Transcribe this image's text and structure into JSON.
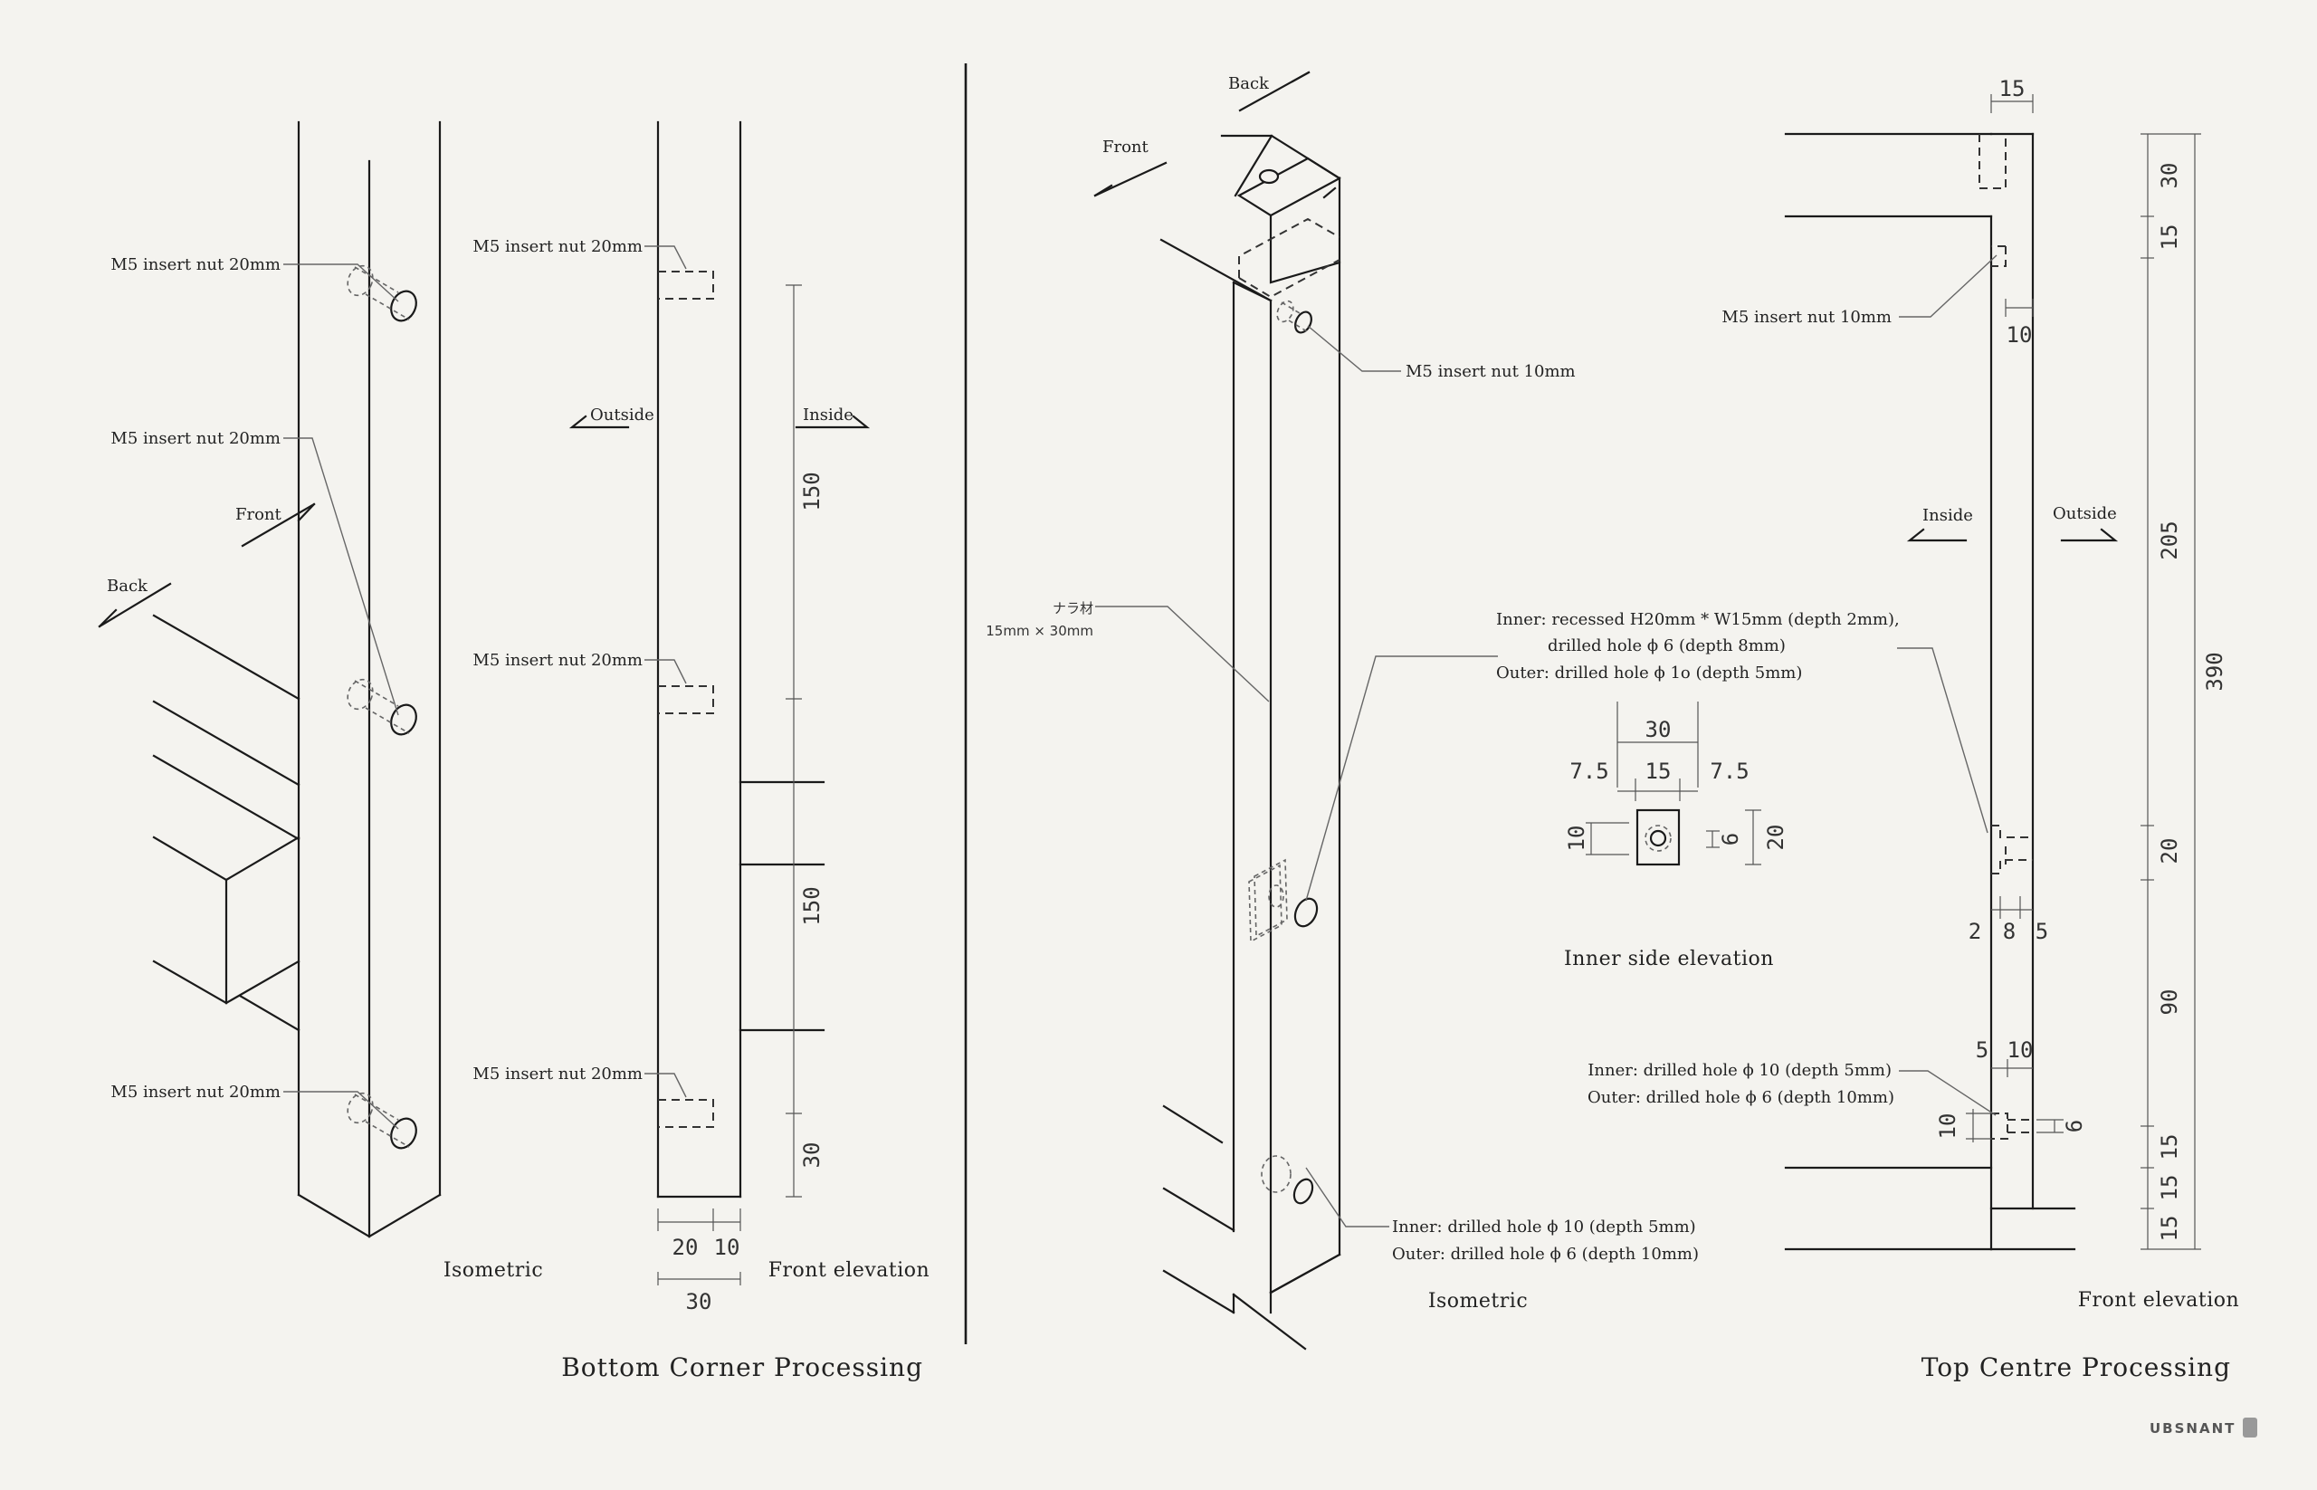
{
  "bottom": {
    "title": "Bottom Corner Processing",
    "iso": {
      "label": "Isometric",
      "nut1": "M5 insert nut 20mm",
      "nut2": "M5 insert nut 20mm",
      "nut3": "M5 insert nut 20mm",
      "front": "Front",
      "back": "Back"
    },
    "elev": {
      "label": "Front elevation",
      "nut1": "M5 insert nut 20mm",
      "nut2": "M5 insert nut 20mm",
      "nut3": "M5 insert nut 20mm",
      "outside": "Outside",
      "inside": "Inside",
      "dims": {
        "d150a": "150",
        "d150b": "150",
        "d30": "30",
        "d20": "20",
        "d10": "10",
        "dw30": "30"
      }
    }
  },
  "top": {
    "title": "Top Centre Processing",
    "iso": {
      "label": "Isometric",
      "back": "Back",
      "front": "Front",
      "nut": "M5 insert nut 10mm",
      "material_line1": "ナラ材",
      "material_line2": "15mm × 30mm",
      "inner_line1": "Inner: recessed H20mm * W15mm (depth 2mm),",
      "inner_line2": "drilled hole  ϕ 6 (depth 8mm)",
      "outer_line": "Outer: drilled hole  ϕ 1o (depth 5mm)",
      "bottom_line1": "Inner: drilled hole  ϕ 10 (depth 5mm)",
      "bottom_line2": "Outer: drilled hole  ϕ 6 (depth 10mm)"
    },
    "inner_elev": {
      "label": "Inner side elevation",
      "dims": {
        "w30": "30",
        "l75": "7.5",
        "c15": "15",
        "r75": "7.5",
        "h10": "10",
        "d6": "6",
        "h20": "20"
      }
    },
    "elev": {
      "label": "Front elevation",
      "nut": "M5 insert nut 10mm",
      "inside": "Inside",
      "outside": "Outside",
      "note_line1": "Inner: drilled hole  ϕ 10 (depth 5mm)",
      "note_line2": "Outer: drilled hole  ϕ 6 (depth 10mm)",
      "dims": {
        "top15": "15",
        "n10": "10",
        "c2": "2",
        "c8": "8",
        "c5": "5",
        "b5": "5",
        "b10": "10",
        "b10v": "10",
        "b6": "6",
        "r30": "30",
        "r15": "15",
        "r205": "205",
        "r20": "20",
        "r90": "90",
        "r15b": "15",
        "r15c": "15",
        "r15d": "15",
        "total": "390"
      }
    }
  },
  "logo": "UBSNANT"
}
